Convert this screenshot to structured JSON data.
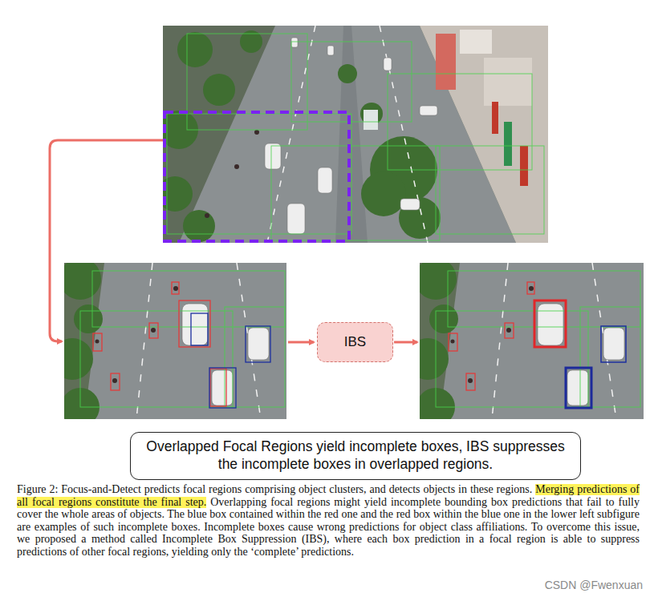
{
  "diagram": {
    "caption": "Figure 2: Focus-and-Detect predicts focal regions comprising object clusters, and detects objects in these regions. Merging predictions of all focal regions constitute the final step. Overlapping focal regions might yield incomplete bounding box predictions that fail to fully cover the whole areas of objects. The blue box contained within the red one and the red box within the blue one in the lower left subfigure are examples of such incomplete boxes. Incomplete boxes cause wrong predictions for object class affiliations. To overcome this issue, we proposed a method called Incomplete Box Suppression (IBS), where each box prediction in a focal region is able to suppress predictions of other focal regions, yielding only the ‘complete’ predictions.",
    "nodes": [
      {
        "text": [
          "IBS"
        ]
      },
      {
        "text": [
          "Overlapped Focal Regions yield incomplete boxes, IBS suppresses the incomplete boxes in overlapped regions."
        ]
      }
    ],
    "labels": [
      "CSDN @Fwenxuan"
    ]
  }
}
